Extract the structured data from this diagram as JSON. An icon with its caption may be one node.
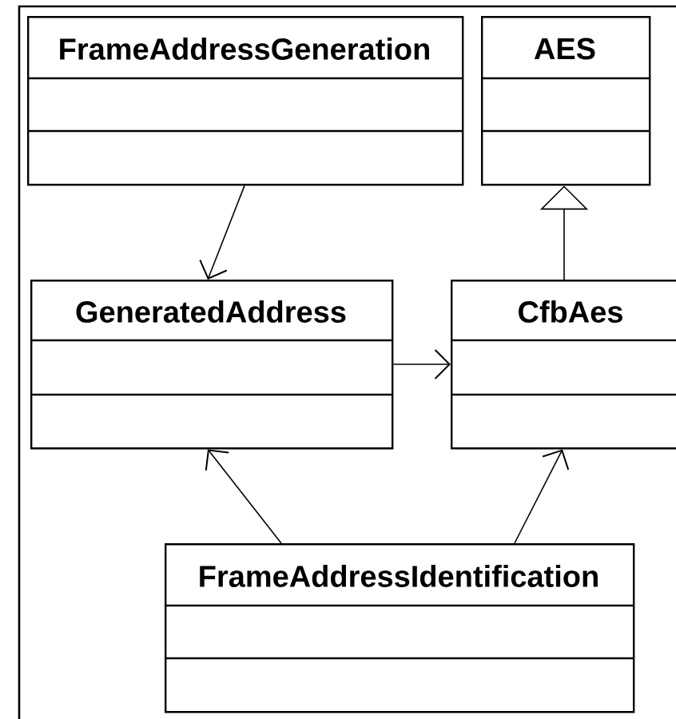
{
  "diagram": {
    "nodes": [
      {
        "text": [
          "FrameAddressGeneration"
        ]
      },
      {
        "text": [
          "AES"
        ]
      },
      {
        "text": [
          "GeneratedAddress"
        ]
      },
      {
        "text": [
          "CfbAes"
        ]
      },
      {
        "text": [
          "FrameAddressIdentification"
        ]
      }
    ],
    "edges": [
      {
        "from": 0,
        "to": 2,
        "arrow": "to"
      },
      {
        "from": 3,
        "to": 1,
        "arrow": "to"
      },
      {
        "from": 2,
        "to": 3,
        "arrow": "to"
      },
      {
        "from": 4,
        "to": 2,
        "arrow": "to"
      },
      {
        "from": 4,
        "to": 3,
        "arrow": "to"
      }
    ]
  }
}
